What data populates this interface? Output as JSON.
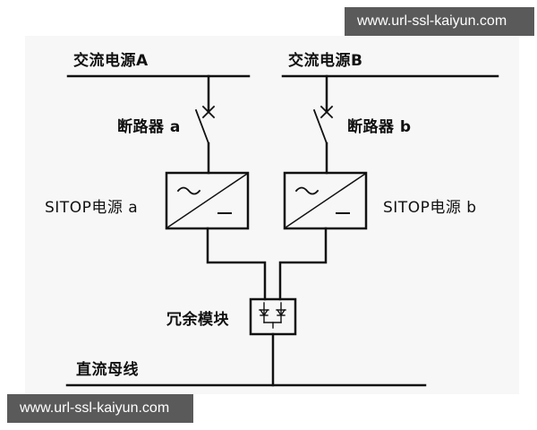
{
  "watermark_top": "www.url-ssl-kaiyun.com",
  "watermark_bottom": "www.url-ssl-kaiyun.com",
  "labels": {
    "ac_source_a": "交流电源A",
    "ac_source_b": "交流电源B",
    "breaker_a": "断路器 a",
    "breaker_b": "断路器 b",
    "sitop_a": "SITOP电源  a",
    "sitop_b": "SITOP电源  b",
    "redundancy_module": "冗余模块",
    "dc_bus": "直流母线"
  },
  "symbols": {
    "converter": "AC/DC converter (~ / —)",
    "breaker": "switch with X",
    "redundancy": "dual diode"
  },
  "colors": {
    "line": "#111111",
    "background": "#f7f7f7",
    "watermark_bg": "#5a5a5a",
    "watermark_text": "#ffffff"
  }
}
